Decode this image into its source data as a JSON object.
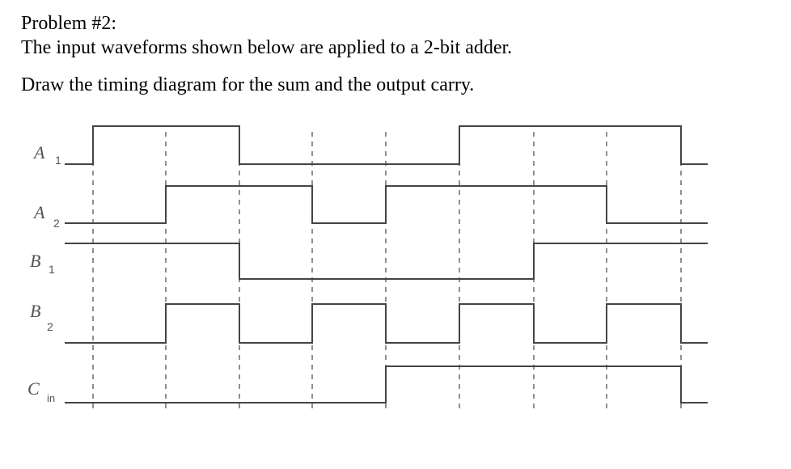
{
  "problem": {
    "title": "Problem #2:",
    "line1": "The input waveforms shown below are applied to a 2-bit adder.",
    "line2": "Draw the timing diagram for the sum and the output carry."
  },
  "diagram": {
    "signals": [
      {
        "id": "A1",
        "letter": "A",
        "subscript": "1",
        "levels": [
          0,
          1,
          1,
          0,
          0,
          0,
          1,
          1,
          1,
          0
        ]
      },
      {
        "id": "A2",
        "letter": "A",
        "subscript": "2",
        "levels": [
          0,
          0,
          1,
          1,
          0,
          1,
          1,
          1,
          0,
          0
        ]
      },
      {
        "id": "B1",
        "letter": "B",
        "subscript": "1",
        "levels": [
          1,
          1,
          1,
          0,
          0,
          0,
          0,
          1,
          1,
          1
        ]
      },
      {
        "id": "B2",
        "letter": "B",
        "subscript": "2",
        "levels": [
          0,
          0,
          1,
          0,
          1,
          0,
          1,
          0,
          1,
          0
        ]
      },
      {
        "id": "Cin",
        "letter": "C",
        "subscript": "in",
        "levels": [
          0,
          0,
          0,
          0,
          0,
          1,
          1,
          1,
          1,
          0
        ]
      }
    ],
    "colors": {
      "waveform": "#444444",
      "gridline": "#555555",
      "label": "#555555"
    }
  }
}
